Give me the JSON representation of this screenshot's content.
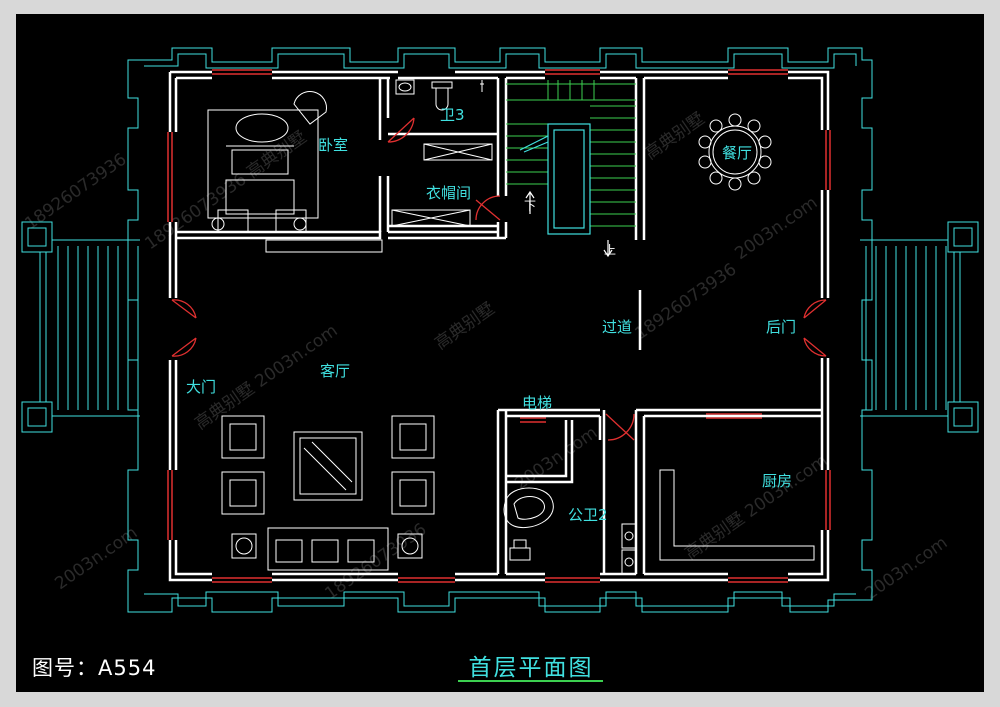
{
  "rooms": {
    "bedroom": "卧室",
    "toilet3": "卫3",
    "cloakroom": "衣帽间",
    "dining": "餐厅",
    "corridor": "过道",
    "back_door": "后门",
    "living": "客厅",
    "front_door": "大门",
    "elevator": "电梯",
    "toilet2": "公卫2",
    "kitchen": "厨房"
  },
  "stair_marks": {
    "down": "下",
    "up": "上"
  },
  "footer": {
    "drawing_number": "图号：A554",
    "plan_title": "首层平面图"
  },
  "watermarks": [
    "18926073936",
    "2003n.com",
    "高典别墅",
    "高典别墅 2003n.com",
    "18926073936 高典别墅"
  ],
  "colors": {
    "background": "#000000",
    "frame": "#d8d8d8",
    "walls": "#ffffff",
    "outline": "#40e0e0",
    "windows": "#e03030",
    "stairs": "#3cd050",
    "title": "#40e0e0"
  }
}
